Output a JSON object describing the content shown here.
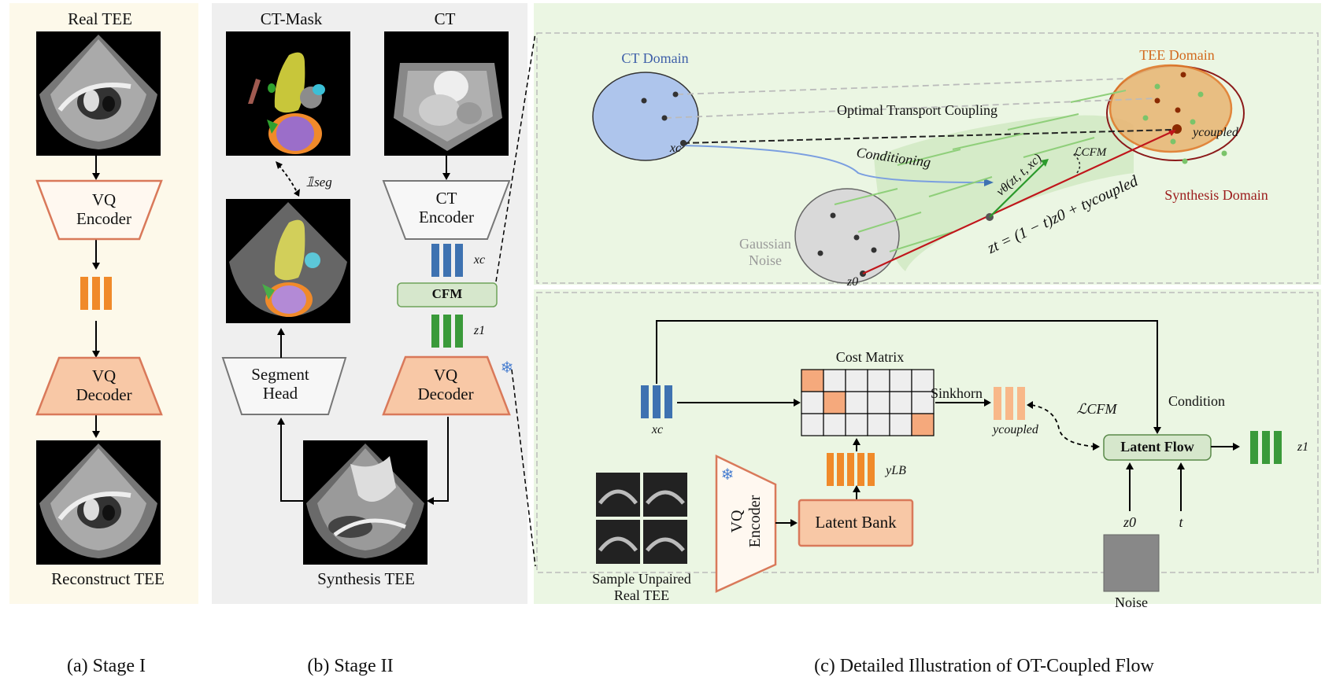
{
  "stage1": {
    "top_label": "Real TEE",
    "encoder": "VQ\nEncoder",
    "decoder": "VQ\nDecoder",
    "bottom_label": "Reconstruct TEE",
    "caption": "(a) Stage I"
  },
  "stage2": {
    "mask_label": "CT-Mask",
    "ct_label": "CT",
    "seg_loss": "𝟙seg",
    "ct_encoder": "CT\nEncoder",
    "xc": "xc",
    "cfm": "CFM",
    "z1": "z1",
    "vq_decoder": "VQ\nDecoder",
    "segment_head": "Segment\nHead",
    "synthesis_label": "Synthesis TEE",
    "caption": "(b) Stage II",
    "snowflake": "❄"
  },
  "stage3_top": {
    "ct_domain": "CT Domain",
    "tee_domain": "TEE Domain",
    "synthesis_domain": "Synthesis Domain",
    "ot_coupling": "Optimal Transport Coupling",
    "conditioning": "Conditioning",
    "xc": "xc",
    "y_coupled": "ycoupled",
    "gaussian_noise": "Gaussian\nNoise",
    "z0": "z0",
    "velocity": "vθ(zt, t, xc)",
    "loss": "ℒCFM",
    "interp": "zt = (1 − t)z0 + tycoupled"
  },
  "stage3_bottom": {
    "cost_matrix": "Cost Matrix",
    "sinkhorn": "Sinkhorn",
    "loss": "ℒCFM",
    "condition": "Condition",
    "latent_flow": "Latent Flow",
    "z1": "z1",
    "xc": "xc",
    "y_coupled": "ycoupled",
    "y_lb": "yLB",
    "vq_encoder": "VQ\nEncoder",
    "latent_bank": "Latent Bank",
    "z0": "z0",
    "t": "t",
    "noise": "Noise",
    "sample_label": "Sample Unpaired\nReal TEE",
    "snowflake": "❄"
  },
  "caption_c": "(c) Detailed Illustration of OT-Coupled Flow",
  "colors": {
    "stage1_bg": "#fdf9ea",
    "stage2_bg": "#efefef",
    "stage3_bg": "#ebf6e3",
    "orange_box": "#f8c8a6",
    "orange_edge": "#d9795a",
    "orange_latent": "#f08a2a",
    "blue_latent": "#3e72b1",
    "green_latent": "#3a9a3a",
    "cfm_fill": "#d6e7cc",
    "ct_domain": "#aec5ec",
    "tee_domain": "#e8b878",
    "red_line": "#c0161b"
  }
}
